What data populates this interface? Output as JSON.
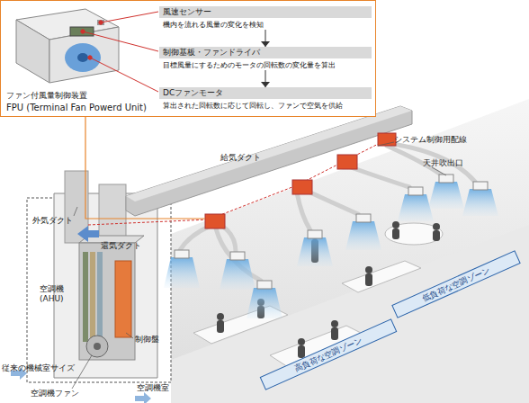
{
  "diagram": {
    "nodes": [
      {
        "text": [
          "ファン付風量制御装置",
          "FPU (Terminal Fan Powerd Unit)"
        ]
      },
      {
        "text": [
          "風速センサー",
          "機内を流れる風量の変化を検知"
        ],
        "in": 0
      },
      {
        "text": [
          "制御基板・ファンドライバ",
          "目標風量にするためのモータの回転数の変化量を算出"
        ],
        "in": 0
      },
      {
        "text": [
          "DCファンモータ",
          "算出された回転数に応じて回転し、ファンで空気を供給"
        ],
        "in": 0
      },
      {
        "text": [
          "高負荷な空調ゾーン"
        ]
      },
      {
        "text": [
          "低負荷な空調ゾーン"
        ]
      }
    ],
    "edges": [
      {
        "from": 1,
        "to": 2,
        "arrow": "to"
      },
      {
        "from": 2,
        "to": 3,
        "arrow": "to"
      }
    ],
    "labels": [
      "システム制御用配線",
      "天井吹出口",
      "給気ダクト",
      "外気ダクト",
      "還気ダクト",
      "空調機 (AHU)",
      "制御盤",
      "従来の機械室サイズ",
      "空調機ファン",
      "空調機室"
    ]
  }
}
